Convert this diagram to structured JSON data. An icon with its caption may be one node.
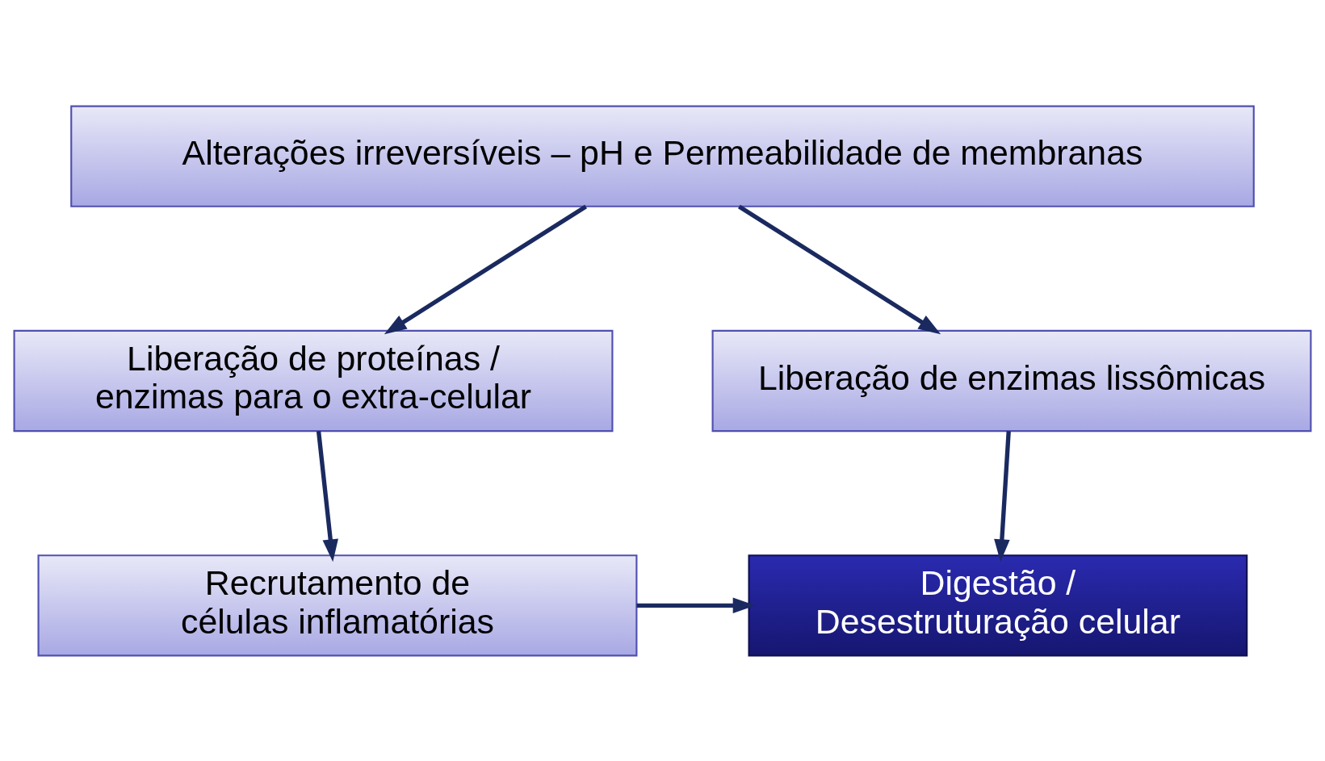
{
  "diagram": {
    "nodes": [
      {
        "text": [
          "Alterações irreversíveis – pH e Permeabilidade de membranas"
        ]
      },
      {
        "text": [
          "Liberação de enzimas lissômicas"
        ]
      },
      {
        "text": [
          "Liberação de proteínas / enzimas para o extra-celular"
        ]
      },
      {
        "text": [
          "Digestão / Desestruturação celular"
        ]
      },
      {
        "text": [
          "Recrutamento de células inflamatórias"
        ]
      }
    ],
    "edges": [
      {
        "from": 0,
        "to": 1,
        "arrow": "to"
      },
      {
        "from": 0,
        "to": 2,
        "arrow": "to"
      },
      {
        "from": 1,
        "to": 3,
        "arrow": "to"
      },
      {
        "from": 2,
        "to": 4,
        "arrow": "to"
      },
      {
        "from": 4,
        "to": 3,
        "arrow": "to"
      }
    ]
  }
}
